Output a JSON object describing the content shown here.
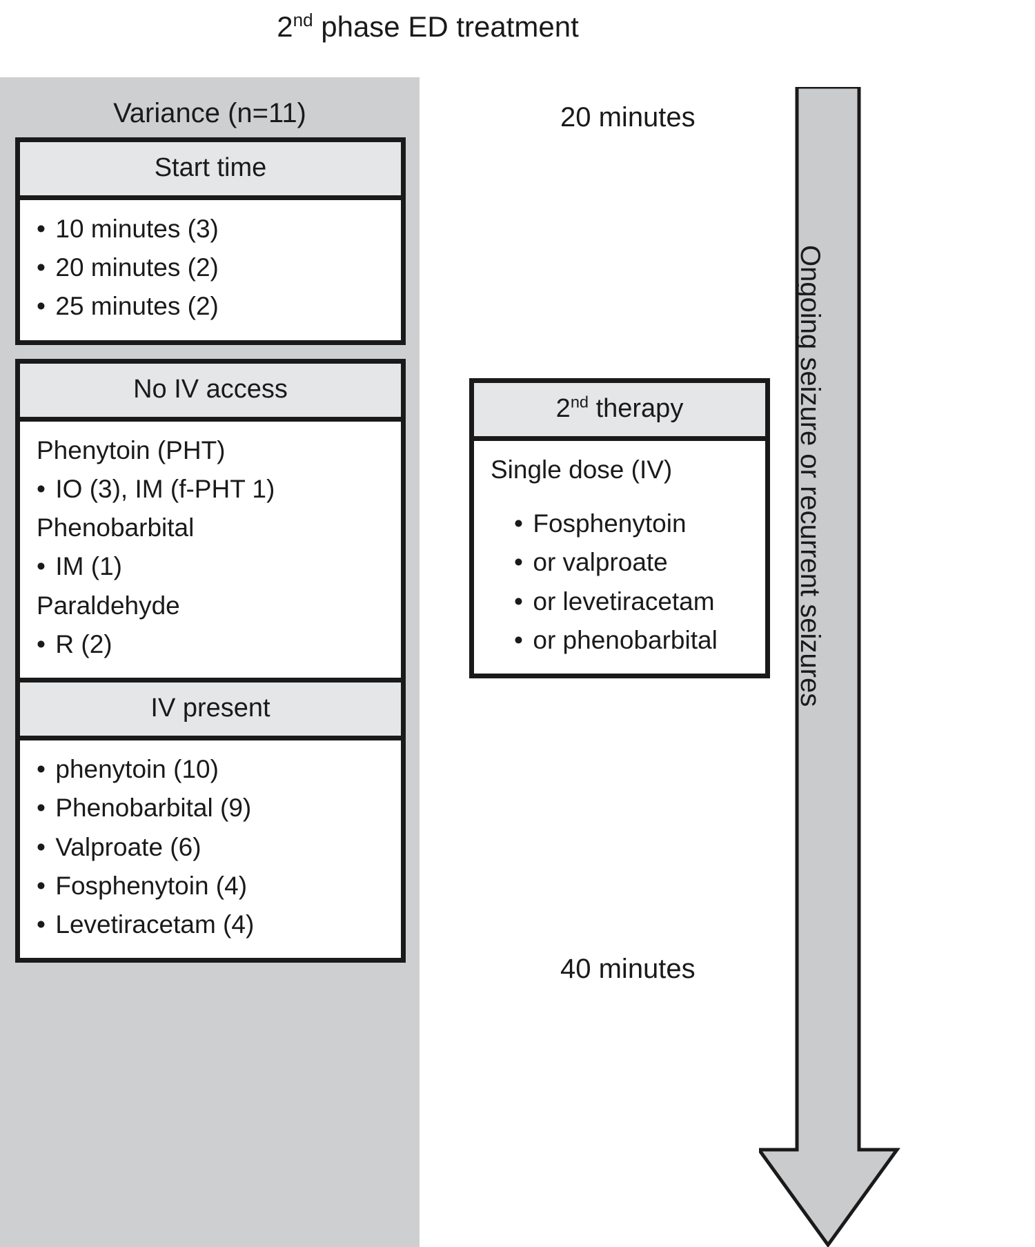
{
  "title": {
    "prefix": "2",
    "sup": "nd",
    "rest": " phase ED treatment"
  },
  "variance_panel": {
    "heading": "Variance (n=11)",
    "groups": [
      {
        "header": "Start time",
        "lines": [
          {
            "type": "bullet",
            "text": "10 minutes  (3)"
          },
          {
            "type": "bullet",
            "text": "20 minutes  (2)"
          },
          {
            "type": "bullet",
            "text": "25 minutes  (2)"
          }
        ]
      },
      {
        "header": "No IV access",
        "lines": [
          {
            "type": "plain",
            "text": "Phenytoin (PHT)"
          },
          {
            "type": "bullet",
            "text": "IO (3), IM (f-PHT 1)"
          },
          {
            "type": "plain",
            "text": "Phenobarbital"
          },
          {
            "type": "bullet",
            "text": "IM (1)"
          },
          {
            "type": "plain",
            "text": "Paraldehyde"
          },
          {
            "type": "bullet",
            "text": "R (2)"
          }
        ],
        "inner_header": "IV present",
        "inner_lines": [
          {
            "type": "bullet",
            "text": "phenytoin (10)"
          },
          {
            "type": "bullet",
            "text": "Phenobarbital (9)"
          },
          {
            "type": "bullet",
            "text": "Valproate (6)"
          },
          {
            "type": "bullet",
            "text": "Fosphenytoin (4)"
          },
          {
            "type": "bullet",
            "text": "Levetiracetam (4)"
          }
        ]
      }
    ]
  },
  "therapy": {
    "header_prefix": "2",
    "header_sup": "nd",
    "header_rest": " therapy",
    "intro": "Single dose (IV)",
    "options": [
      "Fosphenytoin",
      "or valproate",
      "or levetiracetam",
      "or phenobarbital"
    ]
  },
  "timeline": {
    "top_label": "20 minutes",
    "bottom_label": "40 minutes",
    "arrow_label": "Ongoing seizure or recurrent seizures"
  },
  "colors": {
    "panel_gray": "#cdcfd0",
    "header_gray": "#e4e6e7",
    "arrow_gray": "#c9cbcc",
    "ink": "#1a1a1a",
    "white": "#ffffff"
  }
}
